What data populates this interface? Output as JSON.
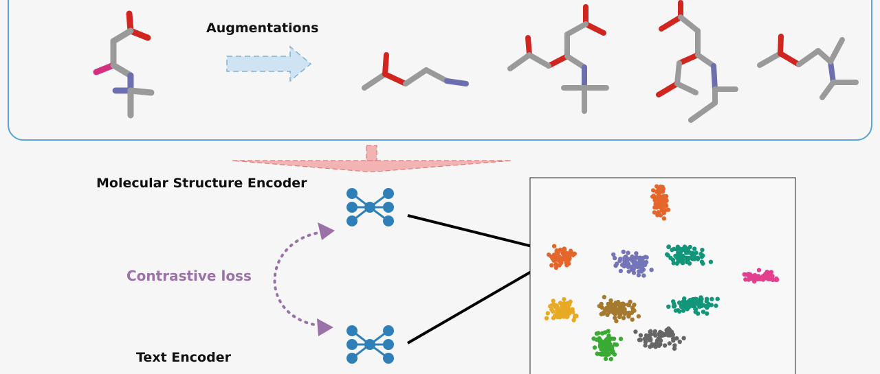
{
  "labels": {
    "augmentations": "Augmentations",
    "molecular_encoder": "Molecular Structure Encoder",
    "contrastive_loss": "Contrastive loss",
    "text_encoder": "Text Encoder"
  },
  "colors": {
    "panel_border": "#5ea6cf",
    "augment_arrow": "#cfe3f2",
    "merge_arrow": "#f2b3b3",
    "encoder_node": "#2f7fb8",
    "loss_arrow": "#9a72a8",
    "carbon": "#9a9a9a",
    "oxygen": "#d0261f",
    "nitrogen": "#6b6fb0",
    "fluorine": "#d4307f"
  },
  "icons": {
    "encoder": "neural-network-icon",
    "molecule": "molecule-stick-model-icon"
  },
  "clusters": [
    {
      "name": "orange-top",
      "color": "#e5662a"
    },
    {
      "name": "orange-left",
      "color": "#e5662a"
    },
    {
      "name": "purple",
      "color": "#7474b8"
    },
    {
      "name": "teal-top",
      "color": "#12967a"
    },
    {
      "name": "teal-right",
      "color": "#12967a"
    },
    {
      "name": "pink",
      "color": "#e2408e"
    },
    {
      "name": "yellow",
      "color": "#e8a923"
    },
    {
      "name": "brown",
      "color": "#a57a2e"
    },
    {
      "name": "green",
      "color": "#3aaa35"
    },
    {
      "name": "gray",
      "color": "#666666"
    }
  ]
}
